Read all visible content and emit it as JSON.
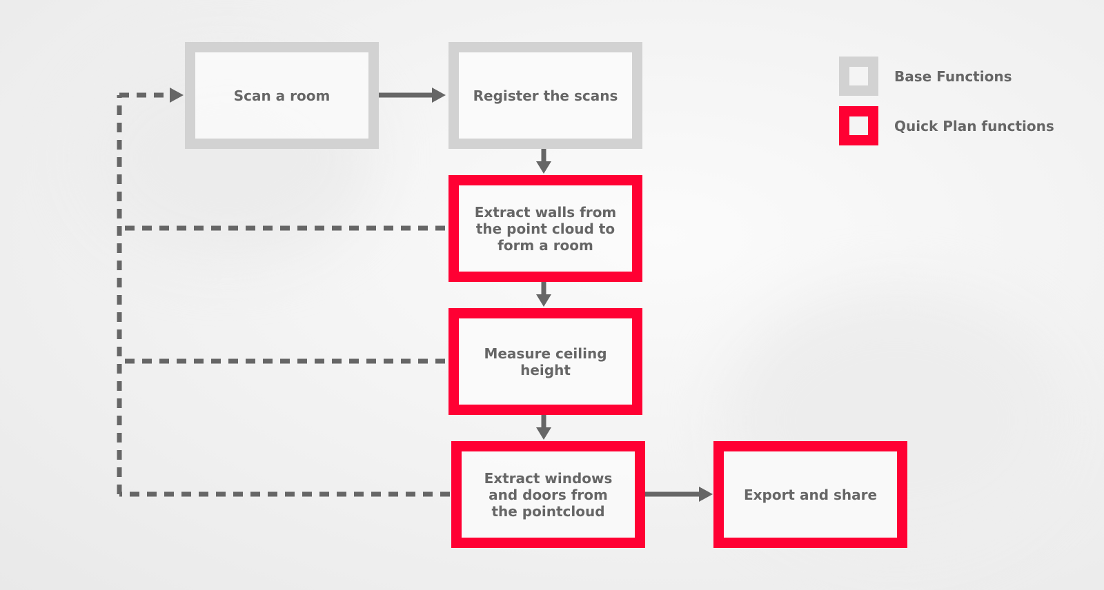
{
  "diagram": {
    "nodes": [
      {
        "id": "scan",
        "label": "Scan a room",
        "type": "base"
      },
      {
        "id": "register",
        "label": "Register the scans",
        "type": "base"
      },
      {
        "id": "walls",
        "label": "Extract walls from the point cloud to form a room",
        "type": "quick"
      },
      {
        "id": "ceiling",
        "label": "Measure ceiling height",
        "type": "quick"
      },
      {
        "id": "windows",
        "label": "Extract windows and doors from the pointcloud",
        "type": "quick"
      },
      {
        "id": "export",
        "label": "Export and share",
        "type": "quick"
      }
    ],
    "edges": [
      {
        "from": "scan",
        "to": "register",
        "style": "solid"
      },
      {
        "from": "register",
        "to": "walls",
        "style": "solid"
      },
      {
        "from": "walls",
        "to": "ceiling",
        "style": "solid"
      },
      {
        "from": "ceiling",
        "to": "windows",
        "style": "solid"
      },
      {
        "from": "windows",
        "to": "export",
        "style": "solid"
      },
      {
        "from": "walls",
        "to": "scan",
        "style": "dashed"
      },
      {
        "from": "ceiling",
        "to": "scan",
        "style": "dashed"
      },
      {
        "from": "windows",
        "to": "scan",
        "style": "dashed"
      }
    ]
  },
  "legend": {
    "base_label": "Base Functions",
    "quick_label": "Quick Plan functions"
  },
  "colors": {
    "base_border": "#d2d2d2",
    "quick_border": "#ff0033",
    "text": "#666666",
    "connector": "#666666"
  }
}
